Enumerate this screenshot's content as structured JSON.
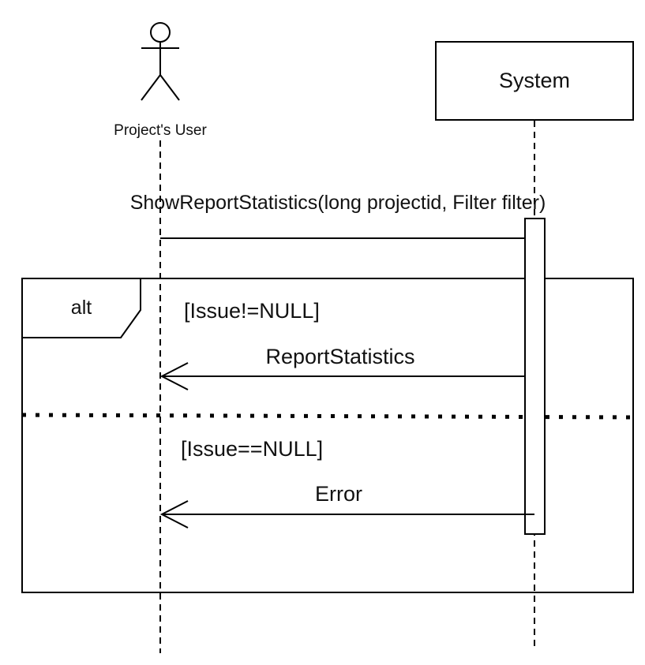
{
  "diagram": {
    "type": "sequence",
    "fragment_type": "alt",
    "participants": [
      {
        "id": "user",
        "label": "Project's User",
        "kind": "actor"
      },
      {
        "id": "system",
        "label": "System",
        "kind": "object"
      }
    ],
    "messages": [
      {
        "from": "user",
        "to": "system",
        "label": "ShowReportStatistics(long projectid, Filter filter)",
        "kind": "sync"
      },
      {
        "from": "system",
        "to": "user",
        "label": "ReportStatistics",
        "kind": "reply"
      },
      {
        "from": "system",
        "to": "user",
        "label": "Error",
        "kind": "reply"
      }
    ],
    "guards": [
      "[Issue!=NULL]",
      "[Issue==NULL]"
    ],
    "colors": {
      "stroke": "#000000",
      "background": "#ffffff",
      "text": "#111111"
    }
  }
}
